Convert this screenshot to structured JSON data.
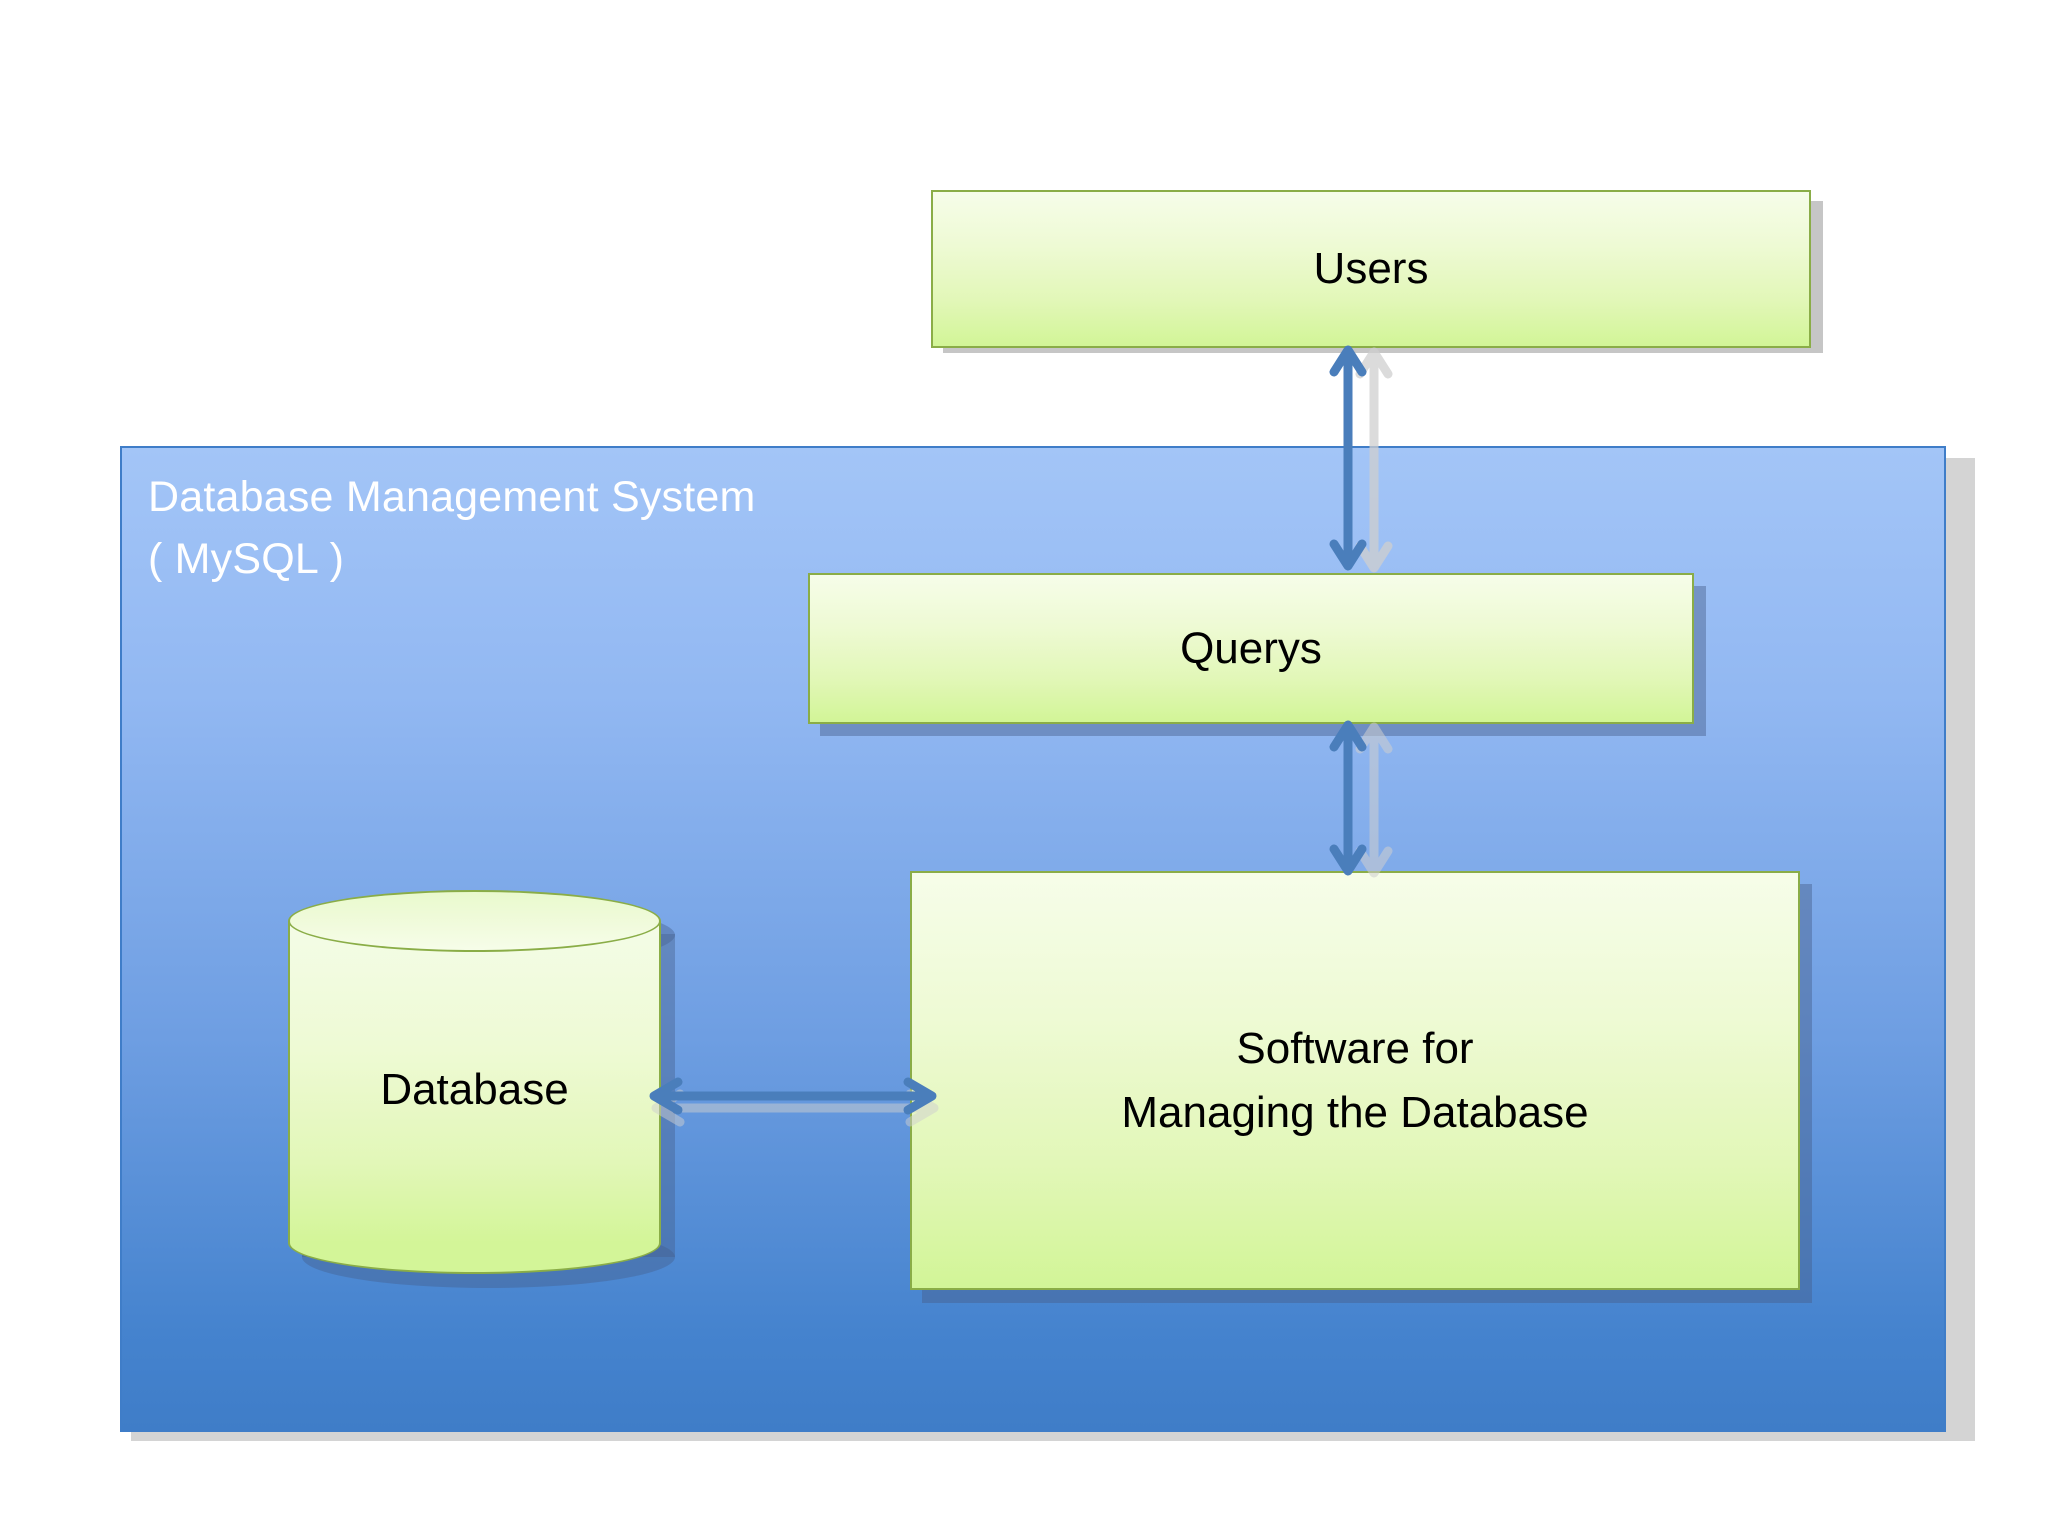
{
  "diagram": {
    "title": "Database Management System diagram",
    "container": {
      "label": "Database Management System\n( MySQL )",
      "fill_top": "#a3c5f7",
      "fill_bottom": "#3f7dc8",
      "border": "#3f7dc8",
      "text_color": "#ffffff"
    },
    "nodes": [
      {
        "id": "users",
        "label": "Users",
        "shape": "rectangle"
      },
      {
        "id": "querys",
        "label": "Querys",
        "shape": "rectangle"
      },
      {
        "id": "software",
        "label": "Software for\nManaging the Database",
        "shape": "rectangle"
      },
      {
        "id": "database",
        "label": "Database",
        "shape": "cylinder"
      }
    ],
    "node_style": {
      "fill_top": "#f6fde9",
      "fill_bottom": "#d2f597",
      "border": "#8aad47",
      "text_color": "#000000",
      "shadow": "#c6c6c6"
    },
    "connectors": [
      {
        "id": "users-querys",
        "from": "users",
        "to": "querys",
        "direction": "bidirectional",
        "orientation": "vertical",
        "color": "#4a7ebb"
      },
      {
        "id": "querys-software",
        "from": "querys",
        "to": "software",
        "direction": "bidirectional",
        "orientation": "vertical",
        "color": "#4a7ebb"
      },
      {
        "id": "database-software",
        "from": "database",
        "to": "software",
        "direction": "bidirectional",
        "orientation": "horizontal",
        "color": "#4a7ebb"
      }
    ]
  }
}
